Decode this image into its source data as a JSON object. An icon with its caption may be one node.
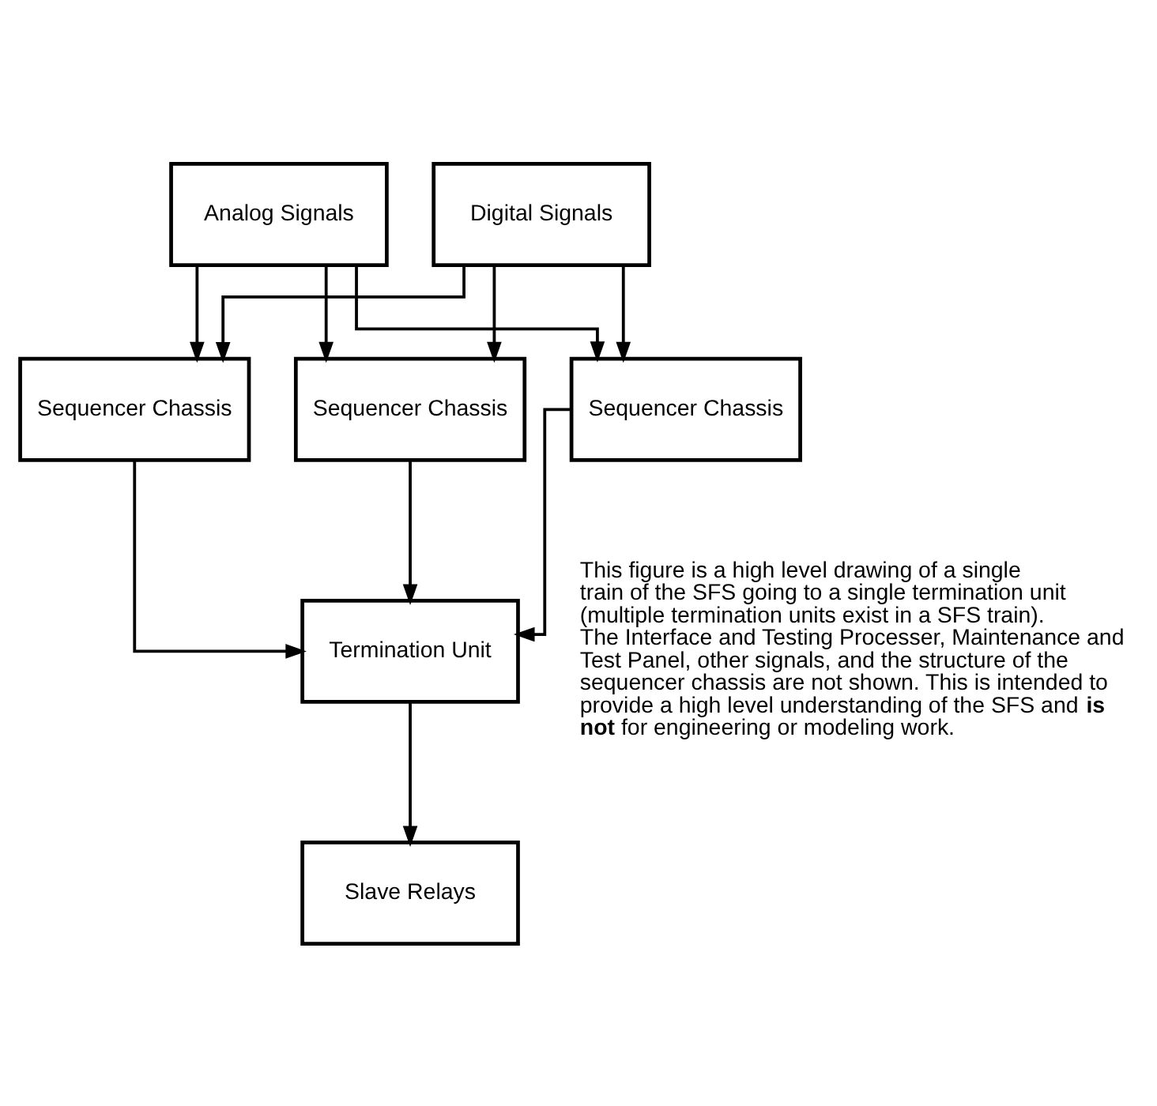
{
  "diagram": {
    "nodes": [
      {
        "text": [
          "Analog Signals"
        ]
      },
      {
        "text": [
          "Digital Signals"
        ]
      },
      {
        "text": [
          "Sequencer Chassis"
        ]
      },
      {
        "text": [
          "Sequencer Chassis"
        ]
      },
      {
        "text": [
          "Sequencer Chassis"
        ]
      },
      {
        "text": [
          "Termination Unit"
        ]
      },
      {
        "text": [
          "Slave Relays"
        ]
      }
    ],
    "edges": [
      {
        "from": 0,
        "to": 2,
        "arrow": "to"
      },
      {
        "from": 0,
        "to": 3,
        "arrow": "to"
      },
      {
        "from": 0,
        "to": 4,
        "arrow": "to"
      },
      {
        "from": 1,
        "to": 2,
        "arrow": "to"
      },
      {
        "from": 1,
        "to": 3,
        "arrow": "to"
      },
      {
        "from": 1,
        "to": 4,
        "arrow": "to"
      },
      {
        "from": 2,
        "to": 5,
        "arrow": "to"
      },
      {
        "from": 3,
        "to": 5,
        "arrow": "to"
      },
      {
        "from": 4,
        "to": 5,
        "arrow": "to"
      },
      {
        "from": 5,
        "to": 6,
        "arrow": "to"
      }
    ],
    "labels": [
      "This figure is a high level drawing of a single train of the SFS going to a single termination unit (multiple termination units exist in a SFS train). The Interface and Testing Processer, Maintenance and Test Panel, other signals, and the structure of the sequencer chassis are not shown. This is intended to provide a high level understanding of the SFS and **is not** for engineering or modeling work."
    ]
  }
}
